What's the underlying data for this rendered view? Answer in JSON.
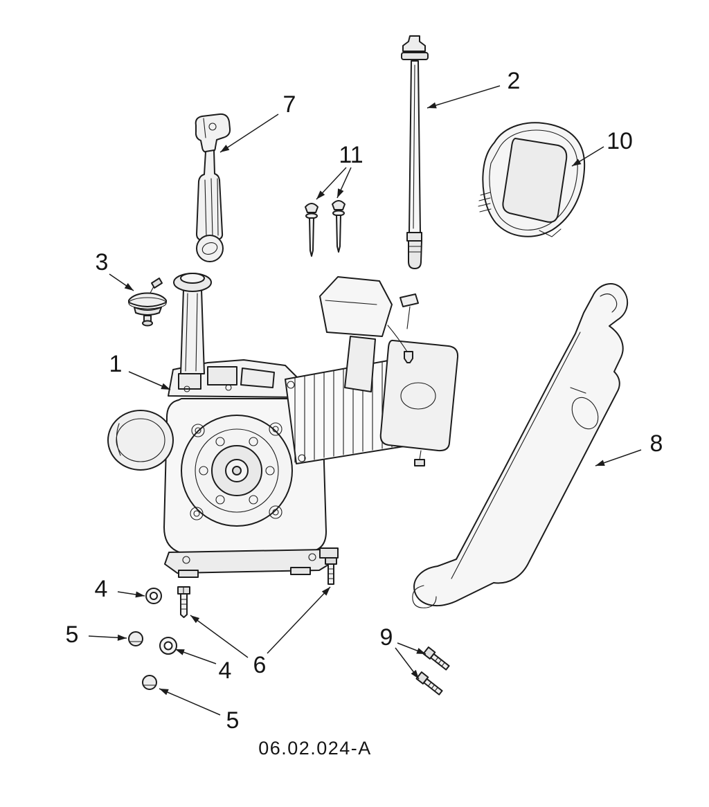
{
  "colors": {
    "line": "#1c1c1c",
    "paper": "#ffffff"
  },
  "drawing": {
    "number": "06.02.024-A"
  },
  "callouts": {
    "engine_assembly": "1",
    "dipstick_tube": "2",
    "breather_cap": "3",
    "washer_upper": "4",
    "washer_lower": "4",
    "plug_upper": "5",
    "plug_lower": "5",
    "drain_bolt": "6",
    "handle_tool": "7",
    "heat_shield": "8",
    "shield_bolts": "9",
    "engine_cover": "10",
    "breather_screws": "11"
  }
}
